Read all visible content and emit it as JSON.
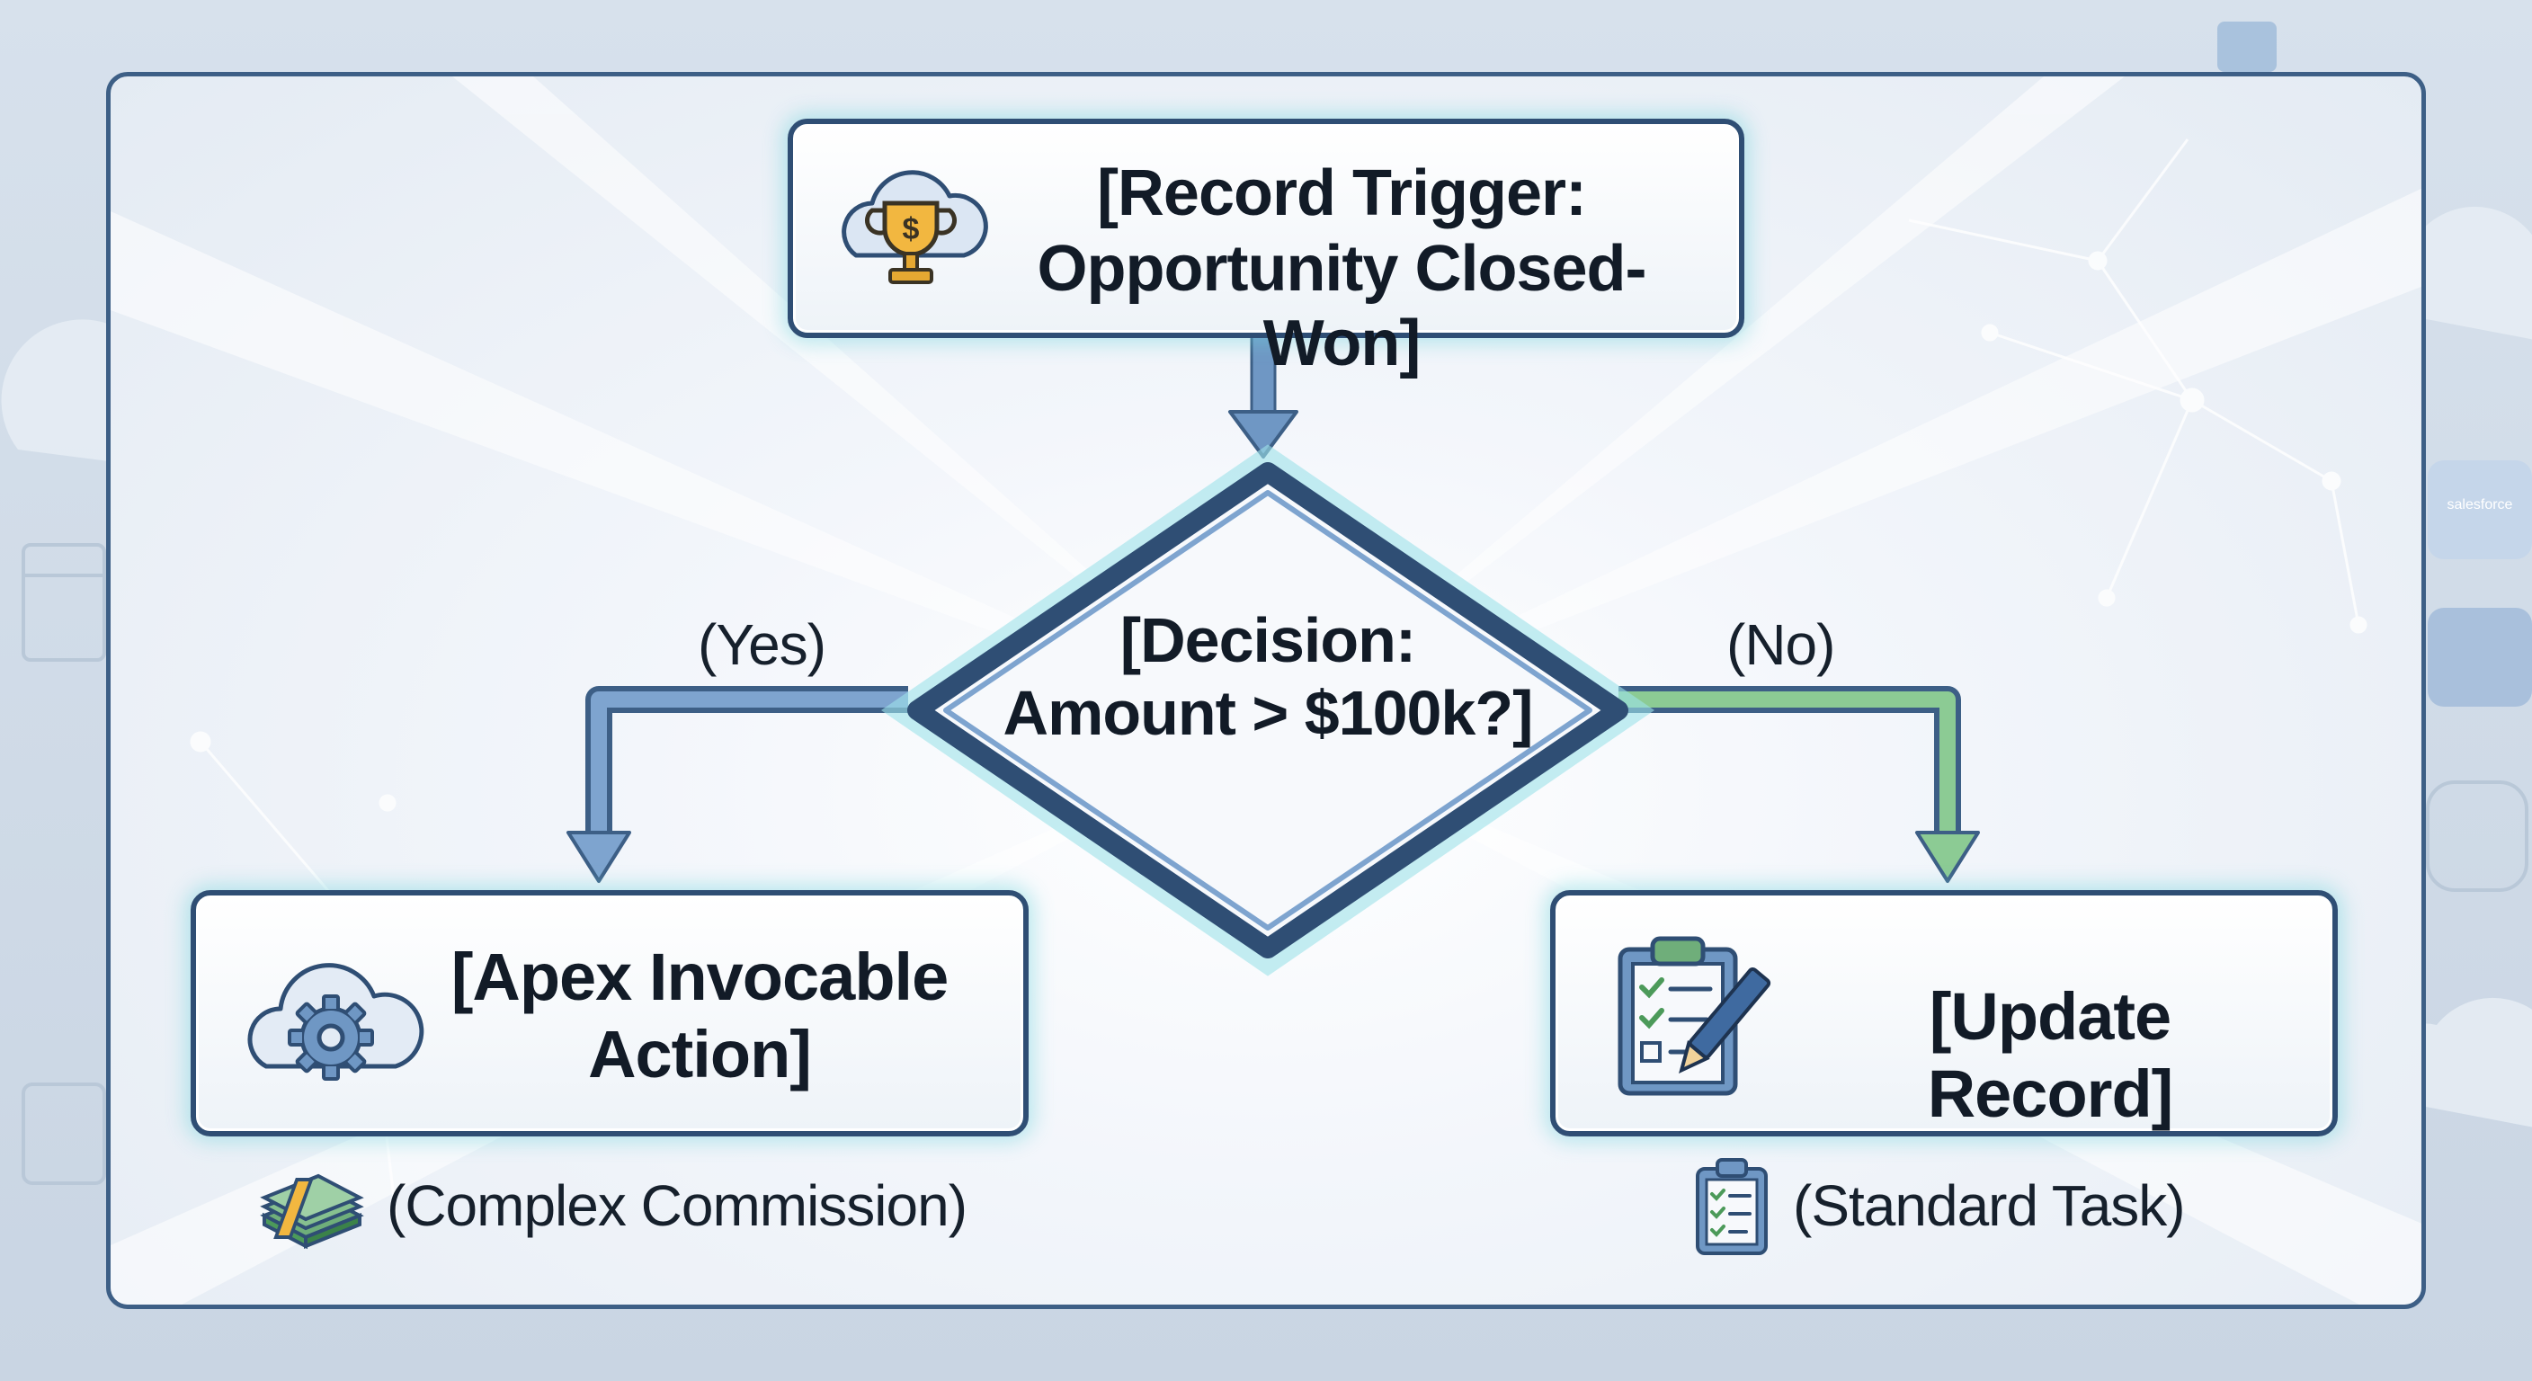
{
  "diagram": {
    "trigger": {
      "line1": "[Record Trigger:",
      "line2": "Opportunity Closed-Won]",
      "icon": "trophy-cloud-icon"
    },
    "decision": {
      "line1": "[Decision:",
      "line2": "Amount > $100k?]"
    },
    "branch_yes": {
      "label": "(Yes)"
    },
    "branch_no": {
      "label": "(No)"
    },
    "apex_action": {
      "line1": "[Apex Invocable",
      "line2": "Action]",
      "icon": "gear-cloud-icon",
      "note": "(Complex Commission)",
      "note_icon": "money-stack-icon"
    },
    "update_record": {
      "line1": "[Update Record]",
      "icon": "clipboard-pencil-icon",
      "note": "(Standard Task)",
      "note_icon": "checklist-clipboard-icon"
    },
    "background_badge": "salesforce"
  },
  "colors": {
    "node_border": "#2f4e74",
    "yes_arrow": "#5a86b8",
    "no_arrow": "#7dbf86",
    "glow": "#6ed2dc"
  }
}
